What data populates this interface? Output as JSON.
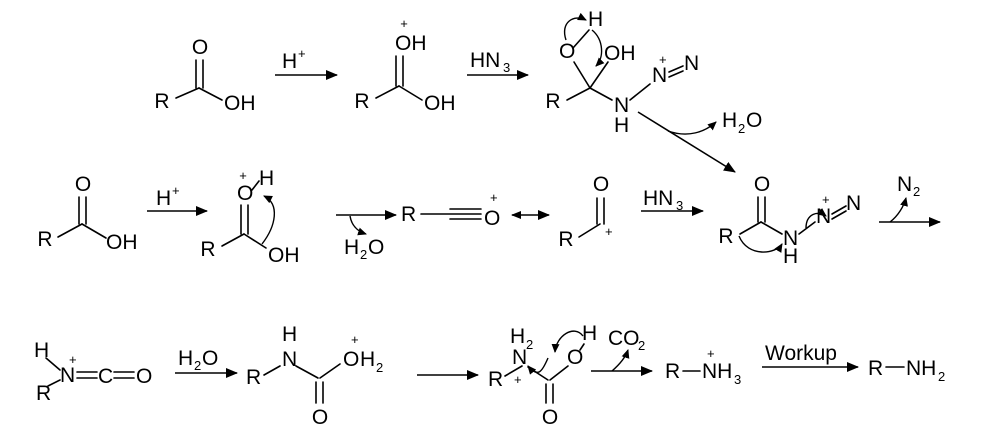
{
  "labels": {
    "R": "R",
    "O": "O",
    "OH": "OH",
    "H": "H",
    "N": "N",
    "C": "C",
    "plus": "+",
    "H_plus": "H",
    "HN": "HN",
    "three": "3",
    "two": "2",
    "H2": "H",
    "O2": "O",
    "N2": "N",
    "CO": "CO",
    "NH": "NH",
    "workup": "Workup"
  }
}
